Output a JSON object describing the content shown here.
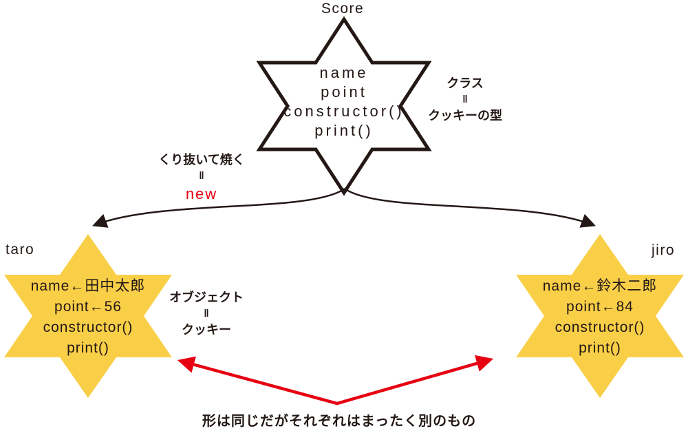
{
  "colors": {
    "ink": "#231815",
    "instance_star_fill": "#f9cf48",
    "class_star_fill": "#ffffff",
    "accent_red": "#e60012"
  },
  "class_star": {
    "title": "Score",
    "members": [
      "name",
      "point",
      "constructor()",
      "print()"
    ]
  },
  "class_annotation": {
    "line1": "クラス",
    "equals": "‖",
    "line2": "クッキーの型"
  },
  "new_annotation": {
    "line1": "くり抜いて焼く",
    "equals": "‖",
    "line2": "new"
  },
  "object_annotation": {
    "line1": "オブジェクト",
    "equals": "‖",
    "line2": "クッキー"
  },
  "instance_left": {
    "title": "taro",
    "members": [
      "name←田中太郎",
      "point←56",
      "constructor()",
      "print()"
    ]
  },
  "instance_right": {
    "title": "jiro",
    "members": [
      "name←鈴木二郎",
      "point←84",
      "constructor()",
      "print()"
    ]
  },
  "bottom_caption": "形は同じだがそれぞれはまったく別のもの"
}
